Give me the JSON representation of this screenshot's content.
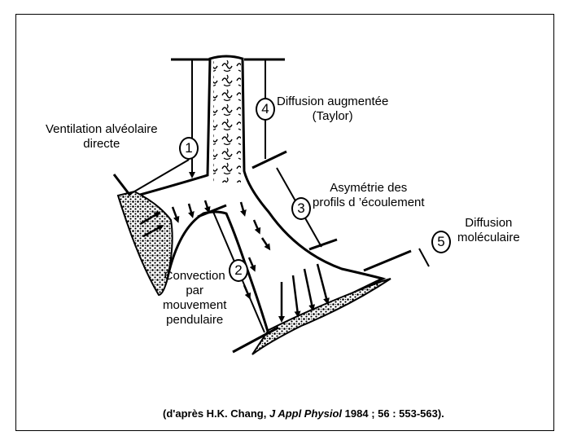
{
  "labels": {
    "ventilation": "Ventilation alvéolaire directe",
    "ventilation_line1": "Ventilation alvéolaire",
    "ventilation_line2": "directe",
    "convection_line1": "Convection",
    "convection_line2": "par",
    "convection_line3": "mouvement",
    "convection_line4": "pendulaire",
    "asymetrie_line1": "Asymétrie des",
    "asymetrie_line2": "profils d ’écoulement",
    "diffusion_aug_line1": "Diffusion augmentée",
    "diffusion_aug_line2": "(Taylor)",
    "diffusion_mol_line1": "Diffusion",
    "diffusion_mol_line2": "moléculaire"
  },
  "numbers": {
    "n1": "1",
    "n2": "2",
    "n3": "3",
    "n4": "4",
    "n5": "5"
  },
  "citation": {
    "prefix": "(d'après H.K. Chang, ",
    "journal": "J Appl Physiol",
    "suffix": " 1984 ; 56 : 553-563)."
  },
  "colors": {
    "ink": "#000000",
    "background": "#ffffff",
    "alveolar_fill": "#cccccc"
  }
}
